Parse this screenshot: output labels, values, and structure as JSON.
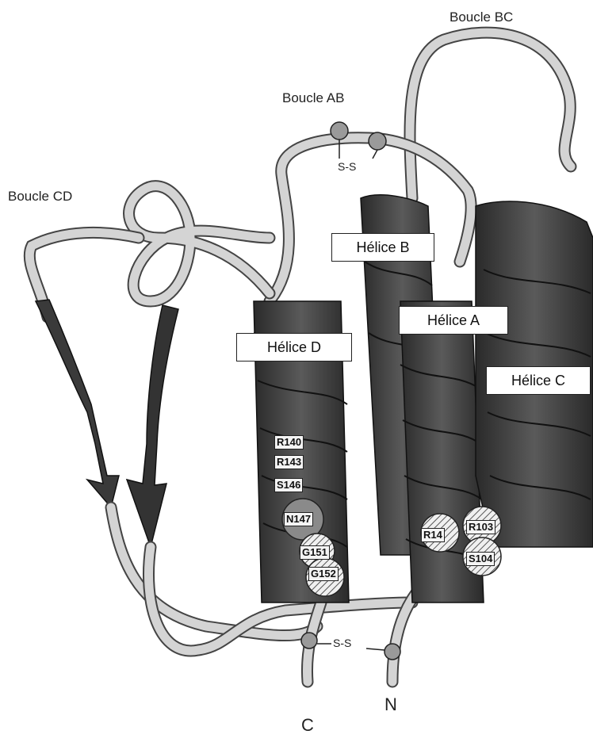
{
  "loops": {
    "bc": "Boucle BC",
    "ab": "Boucle AB",
    "cd": "Boucle CD"
  },
  "helices": {
    "a": "Hélice A",
    "b": "Hélice B",
    "c": "Hélice C",
    "d": "Hélice D"
  },
  "disulfide": {
    "top": "S-S",
    "bottom": "S-S"
  },
  "termini": {
    "c": "C",
    "n": "N"
  },
  "residues": {
    "r140": "R140",
    "r143": "R143",
    "s146": "S146",
    "n147": "N147",
    "g151": "G151",
    "g152": "G152",
    "r14": "R14",
    "r103": "R103",
    "s104": "S104"
  },
  "colors": {
    "helix": "#3a3a3a",
    "loop": "#c8c8c8",
    "sphere": "#9a9a9a"
  }
}
